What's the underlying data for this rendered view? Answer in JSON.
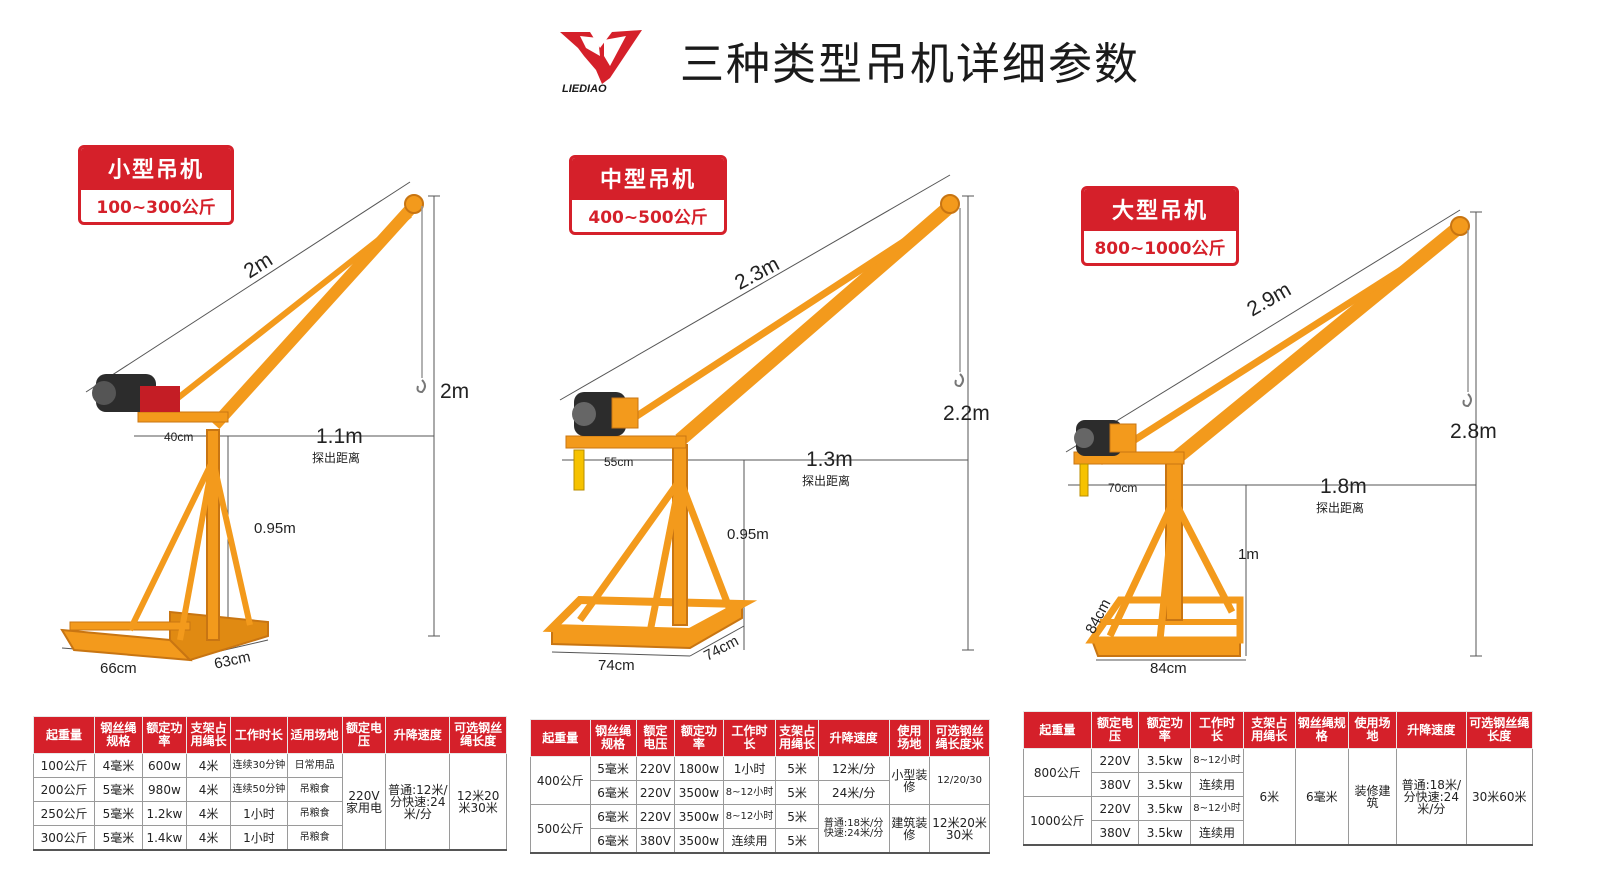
{
  "header": {
    "brand_text": "LIEDIAO",
    "title": "三种类型吊机详细参数"
  },
  "colors": {
    "accent": "#d5202a",
    "crane": "#f39a1c",
    "crane_dark": "#c87512"
  },
  "cranes": [
    {
      "name": "小型吊机",
      "capacity": "100~300公斤",
      "boom": "2m",
      "height": "2m",
      "reach": "1.1m",
      "reach_label": "探出距离",
      "offset": "40cm",
      "pole": "0.95m",
      "base_w": "66cm",
      "base_d": "63cm"
    },
    {
      "name": "中型吊机",
      "capacity": "400~500公斤",
      "boom": "2.3m",
      "height": "2.2m",
      "reach": "1.3m",
      "reach_label": "探出距离",
      "offset": "55cm",
      "pole": "0.95m",
      "base_w": "74cm",
      "base_d": "74cm"
    },
    {
      "name": "大型吊机",
      "capacity": "800~1000公斤",
      "boom": "2.9m",
      "height": "2.8m",
      "reach": "1.8m",
      "reach_label": "探出距离",
      "offset": "70cm",
      "pole": "1m",
      "base_w": "84cm",
      "base_d": "84cm"
    }
  ],
  "table_small": {
    "headers": [
      "起重量",
      "钢丝绳规格",
      "额定功率",
      "支架占用绳长",
      "工作时长",
      "适用场地",
      "额定电压",
      "升降速度",
      "可选钢丝绳长度"
    ],
    "rows": [
      [
        "100公斤",
        "4毫米",
        "600w",
        "4米",
        "连续30分钟",
        "日常用品"
      ],
      [
        "200公斤",
        "5毫米",
        "980w",
        "4米",
        "连续50分钟",
        "吊粮食"
      ],
      [
        "250公斤",
        "5毫米",
        "1.2kw",
        "4米",
        "1小时",
        "吊粮食"
      ],
      [
        "300公斤",
        "5毫米",
        "1.4kw",
        "4米",
        "1小时",
        "吊粮食"
      ]
    ],
    "voltage": "220V家用电",
    "speed": "普通:12米/分快速:24米/分",
    "rope_lengths": "12米20米30米"
  },
  "table_medium": {
    "headers": [
      "起重量",
      "钢丝绳规格",
      "额定电压",
      "额定功率",
      "工作时长",
      "支架占用绳长",
      "升降速度",
      "使用场地",
      "可选钢丝绳长度米"
    ],
    "r1": [
      "400公斤",
      "5毫米",
      "220V",
      "1800w",
      "1小时",
      "5米",
      "12米/分",
      "小型装修",
      "12/20/30"
    ],
    "r2": [
      "6毫米",
      "220V",
      "3500w",
      "8~12小时",
      "5米",
      "24米/分"
    ],
    "r3": [
      "500公斤",
      "6毫米",
      "220V",
      "3500w",
      "8~12小时",
      "5米",
      "普通:18米/分快速:24米/分",
      "建筑装修",
      "12米20米30米"
    ],
    "r4": [
      "6毫米",
      "380V",
      "3500w",
      "连续用",
      "5米"
    ]
  },
  "table_large": {
    "headers": [
      "起重量",
      "额定电压",
      "额定功率",
      "工作时长",
      "支架占用绳长",
      "钢丝绳规格",
      "使用场地",
      "升降速度",
      "可选钢丝绳长度"
    ],
    "r1": [
      "800公斤",
      "220V",
      "3.5kw",
      "8~12小时",
      "6米",
      "6毫米",
      "装修建筑",
      "普通:18米/分快速:24米/分",
      "30米60米"
    ],
    "r2": [
      "380V",
      "3.5kw",
      "连续用"
    ],
    "r3": [
      "1000公斤",
      "220V",
      "3.5kw",
      "8~12小时"
    ],
    "r4": [
      "380V",
      "3.5kw",
      "连续用"
    ]
  }
}
